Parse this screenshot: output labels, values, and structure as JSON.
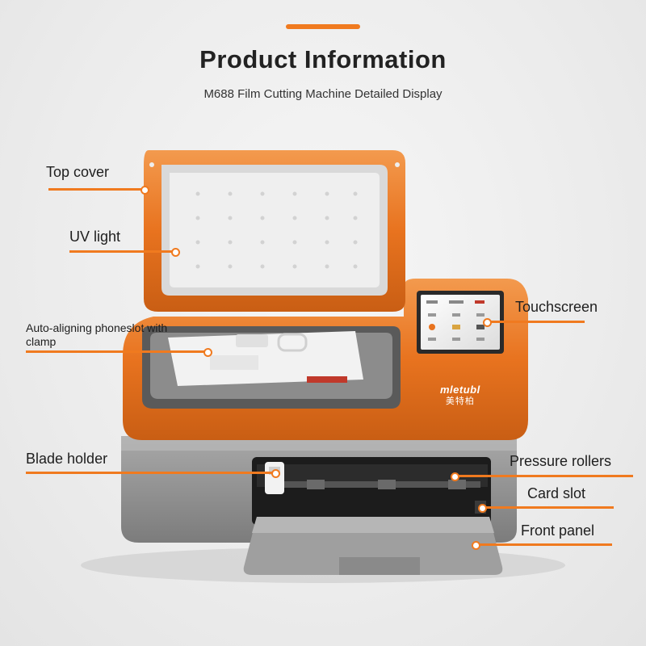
{
  "header": {
    "title": "Product Information",
    "subtitle": "M688 Film Cutting Machine Detailed Display"
  },
  "brand": {
    "logo_text": "mletubl",
    "logo_cn": "美特柏"
  },
  "callouts": [
    {
      "id": "top-cover",
      "label": "Top cover"
    },
    {
      "id": "uv-light",
      "label": "UV light"
    },
    {
      "id": "phoneslot",
      "label": "Auto-aligning phoneslot with clamp"
    },
    {
      "id": "touchscreen",
      "label": "Touchscreen"
    },
    {
      "id": "blade-holder",
      "label": "Blade holder"
    },
    {
      "id": "pressure-rollers",
      "label": "Pressure rollers"
    },
    {
      "id": "card-slot",
      "label": "Card slot"
    },
    {
      "id": "front-panel",
      "label": "Front panel"
    }
  ],
  "colors": {
    "accent": "#f07a1f",
    "body_orange": "#e8731f",
    "body_grey": "#8e8e8e",
    "tray_grey": "#a9a9a9"
  }
}
